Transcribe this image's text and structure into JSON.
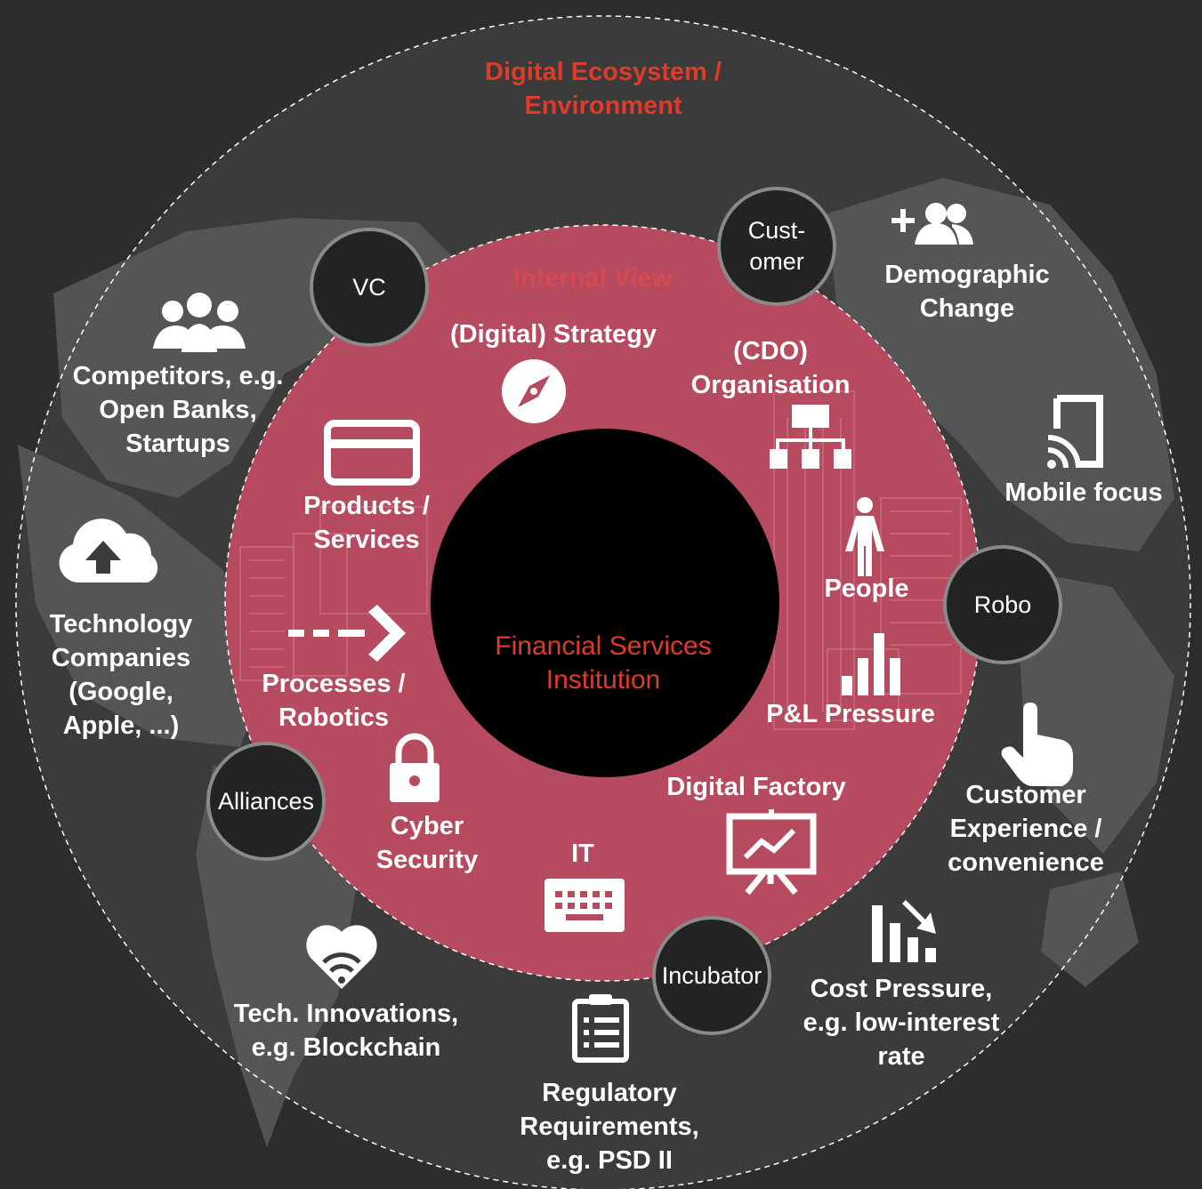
{
  "outer_ring": {
    "title_line1": "Digital Ecosystem /",
    "title_line2": "Environment"
  },
  "inner_ring": {
    "title": "Internal View"
  },
  "center": {
    "line1": "Financial Services",
    "line2": "Institution"
  },
  "hubs": {
    "vc": "VC",
    "customer_line1": "Cust-",
    "customer_line2": "omer",
    "robo": "Robo",
    "alliances": "Alliances",
    "incubator": "Incubator"
  },
  "internal": {
    "strategy": "(Digital) Strategy",
    "cdo_line1": "(CDO)",
    "cdo_line2": "Organisation",
    "products_line1": "Products /",
    "products_line2": "Services",
    "people": "People",
    "processes_line1": "Processes /",
    "processes_line2": "Robotics",
    "pl_pressure": "P&L Pressure",
    "digital_factory": "Digital Factory",
    "cyber_line1": "Cyber",
    "cyber_line2": "Security",
    "it": "IT"
  },
  "external": {
    "competitors_line1": "Competitors, e.g.",
    "competitors_line2": "Open Banks,",
    "competitors_line3": "Startups",
    "demographic_line1": "Demographic",
    "demographic_line2": "Change",
    "mobile": "Mobile focus",
    "tech_line1": "Technology",
    "tech_line2": "Companies",
    "tech_line3": "(Google,",
    "tech_line4": "Apple, ...)",
    "cx_line1": "Customer",
    "cx_line2": "Experience /",
    "cx_line3": "convenience",
    "cost_line1": "Cost Pressure,",
    "cost_line2": "e.g. low-interest",
    "cost_line3": "rate",
    "innov_line1": "Tech. Innovations,",
    "innov_line2": "e.g. Blockchain",
    "reg_line1": "Regulatory",
    "reg_line2": "Requirements,",
    "reg_line3": "e.g. PSD II"
  },
  "colors": {
    "background": "#2d2d2d",
    "outer_disc": "#3b3b3b",
    "inner_ring": "#b64a5e",
    "center": "#000000",
    "accent_red": "#e03a2a",
    "text": "#ffffff"
  }
}
